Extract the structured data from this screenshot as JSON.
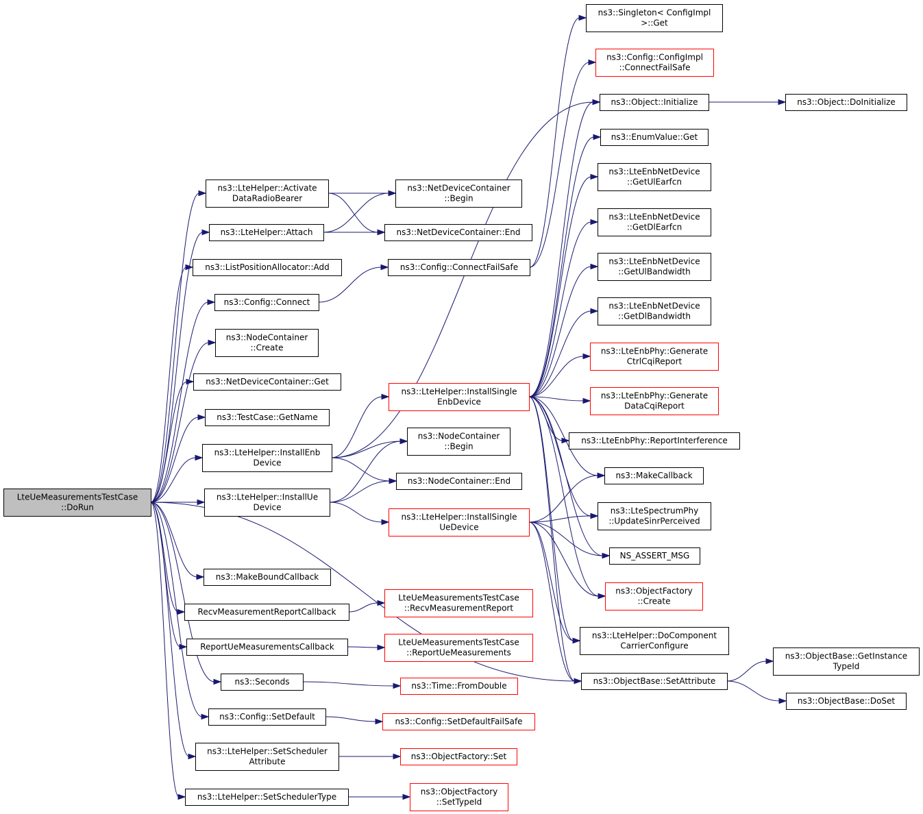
{
  "diagram": {
    "title": "",
    "colors": {
      "edge": "#191970",
      "border_default": "#000000",
      "border_undocumented": "#ff0000",
      "root_fill": "#bfbfbf"
    },
    "nodes": [
      {
        "id": "root",
        "lines": [
          "LteUeMeasurementsTestCase",
          "::DoRun"
        ],
        "style": "root"
      },
      {
        "id": "activate",
        "lines": [
          "ns3::LteHelper::Activate",
          "DataRadioBearer"
        ],
        "style": "black"
      },
      {
        "id": "attach",
        "lines": [
          "ns3::LteHelper::Attach"
        ],
        "style": "black"
      },
      {
        "id": "lpaAdd",
        "lines": [
          "ns3::ListPositionAllocator::Add"
        ],
        "style": "black"
      },
      {
        "id": "cfgConnect",
        "lines": [
          "ns3::Config::Connect"
        ],
        "style": "black"
      },
      {
        "id": "ncCreate",
        "lines": [
          "ns3::NodeContainer",
          "::Create"
        ],
        "style": "black"
      },
      {
        "id": "ndcGet",
        "lines": [
          "ns3::NetDeviceContainer::Get"
        ],
        "style": "black"
      },
      {
        "id": "tcGetName",
        "lines": [
          "ns3::TestCase::GetName"
        ],
        "style": "black"
      },
      {
        "id": "installEnb",
        "lines": [
          "ns3::LteHelper::InstallEnb",
          "Device"
        ],
        "style": "black"
      },
      {
        "id": "installUe",
        "lines": [
          "ns3::LteHelper::InstallUe",
          "Device"
        ],
        "style": "black"
      },
      {
        "id": "makeBound",
        "lines": [
          "ns3::MakeBoundCallback"
        ],
        "style": "black"
      },
      {
        "id": "recvCb",
        "lines": [
          "RecvMeasurementReportCallback"
        ],
        "style": "black"
      },
      {
        "id": "reportCb",
        "lines": [
          "ReportUeMeasurementsCallback"
        ],
        "style": "black"
      },
      {
        "id": "seconds",
        "lines": [
          "ns3::Seconds"
        ],
        "style": "black"
      },
      {
        "id": "setDefault",
        "lines": [
          "ns3::Config::SetDefault"
        ],
        "style": "black"
      },
      {
        "id": "setSchedAttr",
        "lines": [
          "ns3::LteHelper::SetScheduler",
          "Attribute"
        ],
        "style": "black"
      },
      {
        "id": "setSchedType",
        "lines": [
          "ns3::LteHelper::SetSchedulerType"
        ],
        "style": "black"
      },
      {
        "id": "ndcBegin",
        "lines": [
          "ns3::NetDeviceContainer",
          "::Begin"
        ],
        "style": "black"
      },
      {
        "id": "ndcEnd",
        "lines": [
          "ns3::NetDeviceContainer::End"
        ],
        "style": "black"
      },
      {
        "id": "cfgConnectFS",
        "lines": [
          "ns3::Config::ConnectFailSafe"
        ],
        "style": "black"
      },
      {
        "id": "installSingleEnb",
        "lines": [
          "ns3::LteHelper::InstallSingle",
          "EnbDevice"
        ],
        "style": "red"
      },
      {
        "id": "ncBegin",
        "lines": [
          "ns3::NodeContainer",
          "::Begin"
        ],
        "style": "black"
      },
      {
        "id": "ncEnd",
        "lines": [
          "ns3::NodeContainer::End"
        ],
        "style": "black"
      },
      {
        "id": "installSingleUe",
        "lines": [
          "ns3::LteHelper::InstallSingle",
          "UeDevice"
        ],
        "style": "red"
      },
      {
        "id": "recvReport",
        "lines": [
          "LteUeMeasurementsTestCase",
          "::RecvMeasurementReport"
        ],
        "style": "red"
      },
      {
        "id": "reportUe",
        "lines": [
          "LteUeMeasurementsTestCase",
          "::ReportUeMeasurements"
        ],
        "style": "red"
      },
      {
        "id": "fromDouble",
        "lines": [
          "ns3::Time::FromDouble"
        ],
        "style": "red"
      },
      {
        "id": "setDefaultFS",
        "lines": [
          "ns3::Config::SetDefaultFailSafe"
        ],
        "style": "red"
      },
      {
        "id": "ofSet",
        "lines": [
          "ns3::ObjectFactory::Set"
        ],
        "style": "red"
      },
      {
        "id": "ofSetTypeId",
        "lines": [
          "ns3::ObjectFactory",
          "::SetTypeId"
        ],
        "style": "red"
      },
      {
        "id": "singletonGet",
        "lines": [
          "ns3::Singleton< ConfigImpl",
          ">::Get"
        ],
        "style": "black"
      },
      {
        "id": "cfgImplConnectFS",
        "lines": [
          "ns3::Config::ConfigImpl",
          "::ConnectFailSafe"
        ],
        "style": "red"
      },
      {
        "id": "objInit",
        "lines": [
          "ns3::Object::Initialize"
        ],
        "style": "black"
      },
      {
        "id": "objDoInit",
        "lines": [
          "ns3::Object::DoInitialize"
        ],
        "style": "black"
      },
      {
        "id": "enumGet",
        "lines": [
          "ns3::EnumValue::Get"
        ],
        "style": "black"
      },
      {
        "id": "getUlEarfcn",
        "lines": [
          "ns3::LteEnbNetDevice",
          "::GetUlEarfcn"
        ],
        "style": "black"
      },
      {
        "id": "getDlEarfcn",
        "lines": [
          "ns3::LteEnbNetDevice",
          "::GetDlEarfcn"
        ],
        "style": "black"
      },
      {
        "id": "getUlBw",
        "lines": [
          "ns3::LteEnbNetDevice",
          "::GetUlBandwidth"
        ],
        "style": "black"
      },
      {
        "id": "getDlBw",
        "lines": [
          "ns3::LteEnbNetDevice",
          "::GetDlBandwidth"
        ],
        "style": "black"
      },
      {
        "id": "genCtrlCqi",
        "lines": [
          "ns3::LteEnbPhy::Generate",
          "CtrlCqiReport"
        ],
        "style": "red"
      },
      {
        "id": "genDataCqi",
        "lines": [
          "ns3::LteEnbPhy::Generate",
          "DataCqiReport"
        ],
        "style": "red"
      },
      {
        "id": "reportInterf",
        "lines": [
          "ns3::LteEnbPhy::ReportInterference"
        ],
        "style": "black"
      },
      {
        "id": "makeCallback",
        "lines": [
          "ns3::MakeCallback"
        ],
        "style": "black"
      },
      {
        "id": "updSinr",
        "lines": [
          "ns3::LteSpectrumPhy",
          "::UpdateSinrPerceived"
        ],
        "style": "black"
      },
      {
        "id": "nsAssert",
        "lines": [
          "NS_ASSERT_MSG"
        ],
        "style": "black"
      },
      {
        "id": "ofCreate",
        "lines": [
          "ns3::ObjectFactory",
          "::Create"
        ],
        "style": "red"
      },
      {
        "id": "doCcConf",
        "lines": [
          "ns3::LteHelper::DoComponent",
          "CarrierConfigure"
        ],
        "style": "black"
      },
      {
        "id": "setAttr",
        "lines": [
          "ns3::ObjectBase::SetAttribute"
        ],
        "style": "black"
      },
      {
        "id": "getInstTid",
        "lines": [
          "ns3::ObjectBase::GetInstance",
          "TypeId"
        ],
        "style": "black"
      },
      {
        "id": "doSet",
        "lines": [
          "ns3::ObjectBase::DoSet"
        ],
        "style": "black"
      }
    ],
    "edges": [
      [
        "root",
        "activate"
      ],
      [
        "root",
        "attach"
      ],
      [
        "root",
        "lpaAdd"
      ],
      [
        "root",
        "cfgConnect"
      ],
      [
        "root",
        "ncCreate"
      ],
      [
        "root",
        "ndcGet"
      ],
      [
        "root",
        "tcGetName"
      ],
      [
        "root",
        "installEnb"
      ],
      [
        "root",
        "installUe"
      ],
      [
        "root",
        "makeBound"
      ],
      [
        "root",
        "recvCb"
      ],
      [
        "root",
        "reportCb"
      ],
      [
        "root",
        "seconds"
      ],
      [
        "root",
        "setDefault"
      ],
      [
        "root",
        "setSchedAttr"
      ],
      [
        "root",
        "setSchedType"
      ],
      [
        "root",
        "setAttr"
      ],
      [
        "activate",
        "ndcBegin"
      ],
      [
        "activate",
        "ndcEnd"
      ],
      [
        "attach",
        "ndcBegin"
      ],
      [
        "attach",
        "ndcEnd"
      ],
      [
        "cfgConnect",
        "cfgConnectFS"
      ],
      [
        "installEnb",
        "installSingleEnb"
      ],
      [
        "installEnb",
        "ncBegin"
      ],
      [
        "installEnb",
        "ncEnd"
      ],
      [
        "installEnb",
        "objInit"
      ],
      [
        "installUe",
        "ncBegin"
      ],
      [
        "installUe",
        "ncEnd"
      ],
      [
        "installUe",
        "installSingleUe"
      ],
      [
        "recvCb",
        "recvReport"
      ],
      [
        "reportCb",
        "reportUe"
      ],
      [
        "seconds",
        "fromDouble"
      ],
      [
        "setDefault",
        "setDefaultFS"
      ],
      [
        "setSchedAttr",
        "ofSet"
      ],
      [
        "setSchedType",
        "ofSetTypeId"
      ],
      [
        "cfgConnectFS",
        "singletonGet"
      ],
      [
        "cfgConnectFS",
        "cfgImplConnectFS"
      ],
      [
        "installSingleEnb",
        "objInit"
      ],
      [
        "installSingleEnb",
        "enumGet"
      ],
      [
        "installSingleEnb",
        "getUlEarfcn"
      ],
      [
        "installSingleEnb",
        "getDlEarfcn"
      ],
      [
        "installSingleEnb",
        "getUlBw"
      ],
      [
        "installSingleEnb",
        "getDlBw"
      ],
      [
        "installSingleEnb",
        "genCtrlCqi"
      ],
      [
        "installSingleEnb",
        "genDataCqi"
      ],
      [
        "installSingleEnb",
        "reportInterf"
      ],
      [
        "installSingleEnb",
        "makeCallback"
      ],
      [
        "installSingleEnb",
        "updSinr"
      ],
      [
        "installSingleEnb",
        "nsAssert"
      ],
      [
        "installSingleEnb",
        "ofCreate"
      ],
      [
        "installSingleEnb",
        "doCcConf"
      ],
      [
        "installSingleEnb",
        "setAttr"
      ],
      [
        "installSingleUe",
        "makeCallback"
      ],
      [
        "installSingleUe",
        "updSinr"
      ],
      [
        "installSingleUe",
        "nsAssert"
      ],
      [
        "installSingleUe",
        "ofCreate"
      ],
      [
        "installSingleUe",
        "doCcConf"
      ],
      [
        "installSingleUe",
        "setAttr"
      ],
      [
        "objInit",
        "objDoInit"
      ],
      [
        "setAttr",
        "getInstTid"
      ],
      [
        "setAttr",
        "doSet"
      ]
    ]
  }
}
